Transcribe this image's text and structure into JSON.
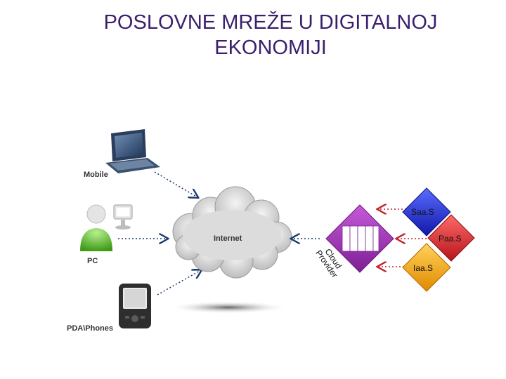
{
  "title": {
    "line1": "POSLOVNE MREŽE U DIGITALNOJ",
    "line2": "EKONOMIJI"
  },
  "diagram": {
    "devices": {
      "mobile": "Mobile",
      "pc": "PC",
      "pda": "PDA\\Phones"
    },
    "cloud_label": "Internet",
    "provider_label": "Cloud Provider",
    "services": {
      "saas": "Saa.S",
      "paas": "Paa.S",
      "iaas": "Iaa.S"
    },
    "colors": {
      "title": "#3b1f6e",
      "saas": "#2a2fd6",
      "paas": "#d8262c",
      "iaas": "#f2a40f",
      "provider": "#a23bb5",
      "arrow_in": "#1a3a6e",
      "arrow_provider": "#c0202a",
      "pc_green": "#52b926"
    }
  }
}
